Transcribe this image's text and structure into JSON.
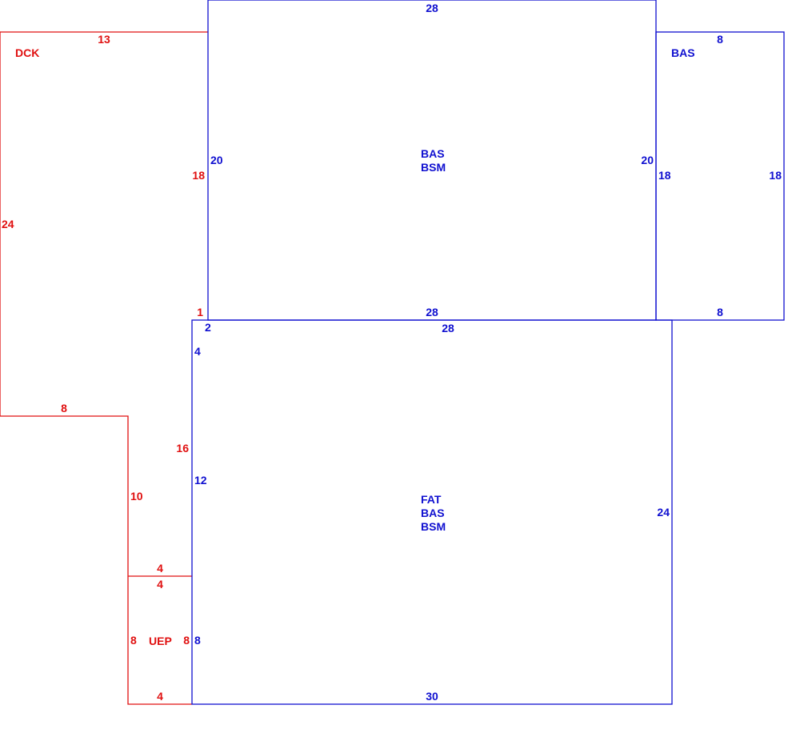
{
  "colors": {
    "exterior": "#e01010",
    "interior": "#1010d0",
    "background": "#ffffff"
  },
  "areas": {
    "dck": {
      "code": "DCK"
    },
    "bas_right": {
      "code": "BAS"
    },
    "upper_main": {
      "codes": [
        "BAS",
        "BSM"
      ]
    },
    "lower_main": {
      "codes": [
        "FAT",
        "BAS",
        "BSM"
      ]
    },
    "uep": {
      "code": "UEP"
    }
  },
  "dims": {
    "dck_top": "13",
    "dck_left": "24",
    "dck_step": "8",
    "dck_right_upper": "18",
    "dck_right_lower": "16",
    "dck_corner": "1",
    "dck_inner_vertical": "10",
    "upper_top": "28",
    "upper_left": "20",
    "upper_right": "20",
    "upper_bottom": "28",
    "bas_top": "8",
    "bas_left": "18",
    "bas_right": "18",
    "bas_bottom": "8",
    "lower_top": "28",
    "lower_corner": "2",
    "lower_left_top": "4",
    "lower_left_mid": "12",
    "lower_left_bottom": "8",
    "lower_right": "24",
    "lower_bottom": "30",
    "uep_top_outer": "4",
    "uep_top_inner": "4",
    "uep_left": "8",
    "uep_right": "8",
    "uep_bottom": "4"
  }
}
